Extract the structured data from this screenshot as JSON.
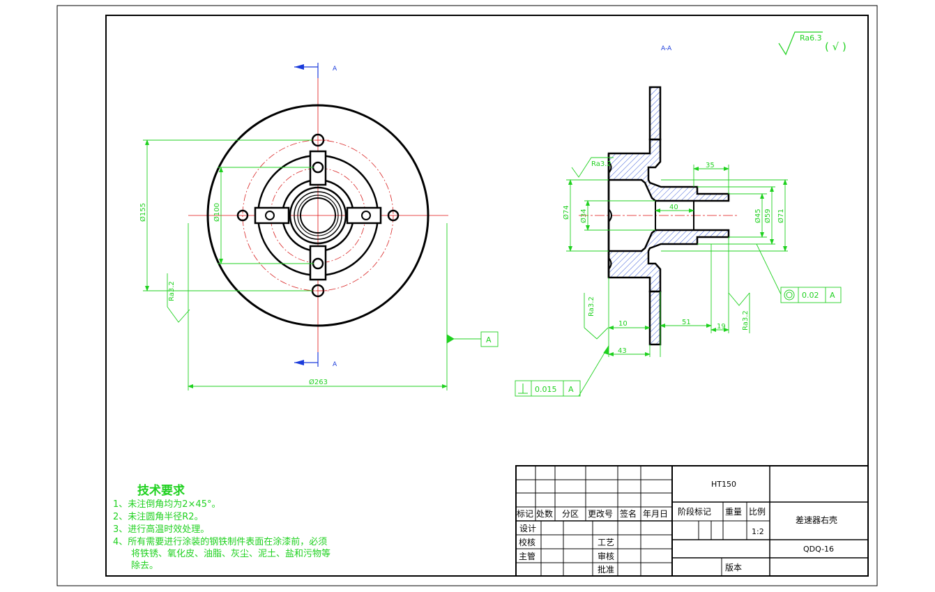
{
  "colors": {
    "outline": "#000000",
    "dimension": "#1fd11f",
    "centerline": "#e01010",
    "section_arrow": "#1a3bdb",
    "hatch": "#3a5bd8",
    "pitch_circle": "#d82020"
  },
  "roughness_general": {
    "value": "Ra6.3",
    "suffix": "( √ )"
  },
  "section_title": "A-A",
  "section_marks": {
    "top": "A",
    "bottom": "A"
  },
  "front_view": {
    "dims": {
      "d155": "Ø155",
      "d100": "Ø100",
      "d263": "Ø263"
    },
    "roughness": "Ra3.2",
    "datum": "A"
  },
  "section_view": {
    "roughness": {
      "top": "Ra3.2",
      "left": "Ra3.2",
      "right": "Ra3.2"
    },
    "dims": {
      "d74": "Ø74",
      "d34": "Ø34",
      "d45": "Ø45",
      "d59": "Ø59",
      "d71": "Ø71",
      "l35": "35",
      "l40": "40",
      "l10": "10",
      "l51": "51",
      "l19": "19",
      "l43": "43"
    },
    "concentricity": {
      "symbol": "◎",
      "value": "0.02",
      "datum": "A"
    },
    "perpendicularity": {
      "symbol": "⊥",
      "value": "0.015",
      "datum": "A"
    }
  },
  "tech_requirements": {
    "title": "技术要求",
    "items": [
      "1、未注倒角均为2×45°。",
      "2、未注圆角半径R2。",
      "3、进行高温时效处理。",
      "4、所有需要进行涂装的钢铁制件表面在涂漆前，必须",
      "将铁锈、氧化皮、油脂、灰尘、泥土、盐和污物等",
      "除去。"
    ]
  },
  "title_block": {
    "material": "HT150",
    "part_name": "差速器右壳",
    "drawing_no": "QDQ-16",
    "scale": "1:2",
    "headers": [
      "标记",
      "处数",
      "分区",
      "更改号",
      "签名",
      "年月日"
    ],
    "stage_mark": "阶段标记",
    "weight": "重量",
    "scale_label": "比例",
    "design": "设计",
    "check": "校核",
    "supervisor": "主管",
    "process": "工艺",
    "review": "审核",
    "approve": "批准",
    "edition": "版本"
  }
}
